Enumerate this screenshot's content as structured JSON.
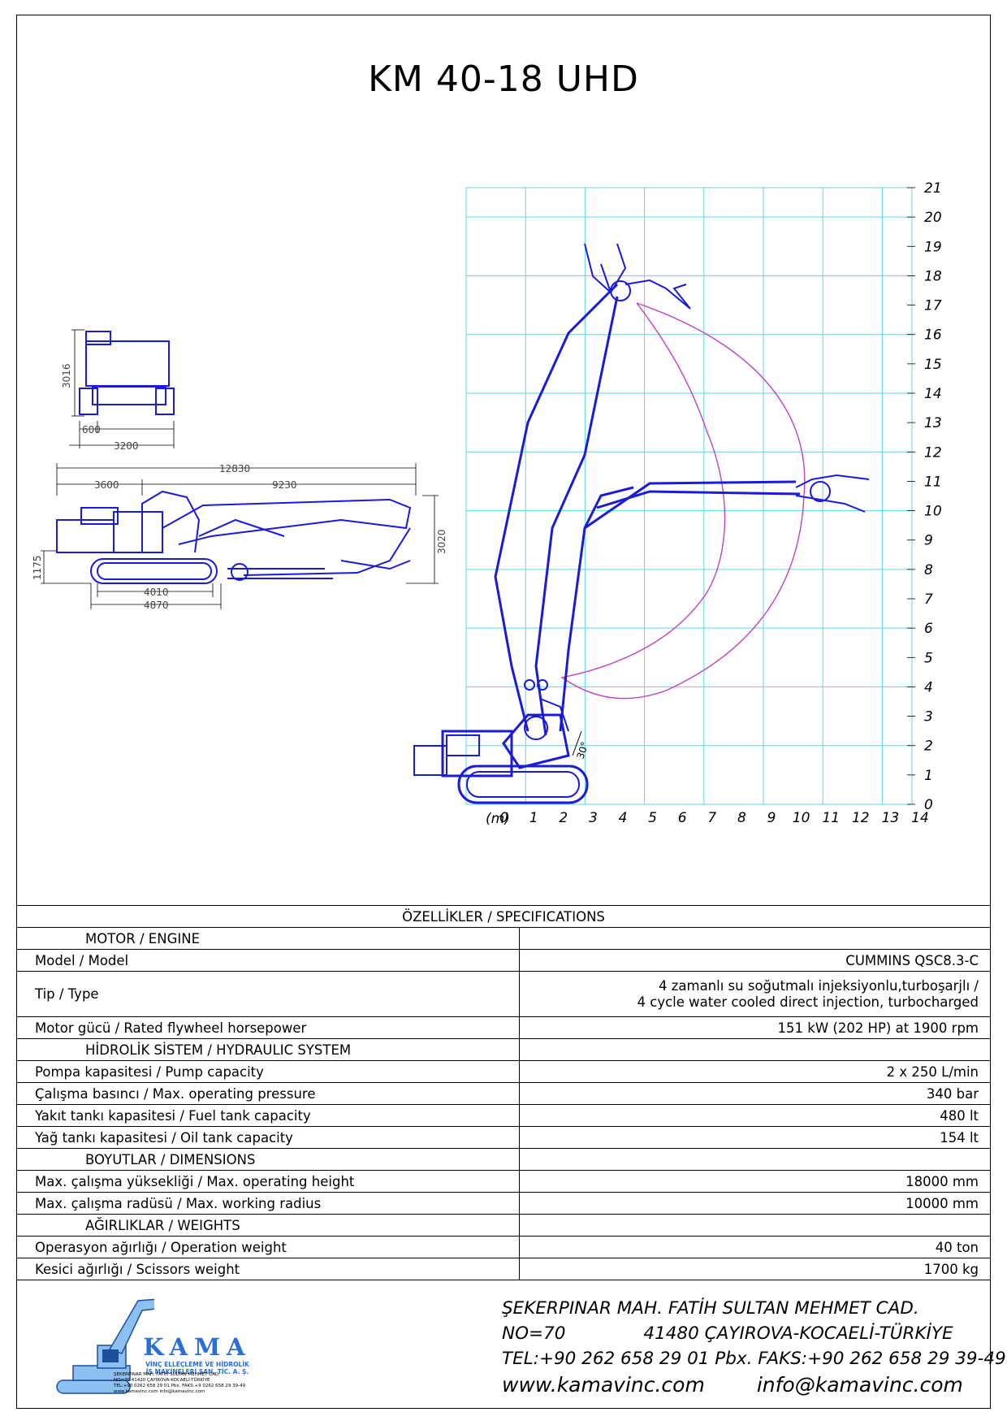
{
  "title": "KM 40-18 UHD",
  "chart_data": {
    "type": "line",
    "x_ticks": [
      "0",
      "1",
      "2",
      "3",
      "4",
      "5",
      "6",
      "7",
      "8",
      "9",
      "10",
      "11",
      "12",
      "13",
      "14"
    ],
    "y_ticks": [
      "0",
      "1",
      "2",
      "3",
      "4",
      "5",
      "6",
      "7",
      "8",
      "9",
      "10",
      "11",
      "12",
      "13",
      "14",
      "15",
      "16",
      "17",
      "18",
      "19",
      "20",
      "21"
    ],
    "x_unit": "(m)",
    "xlim": [
      -1,
      14
    ],
    "ylim": [
      0,
      21
    ],
    "grid": true,
    "angle_label": "30°",
    "grid_color": "#5ed6e6",
    "machine_color": "#1a1adb",
    "reach_color": "#c040c8",
    "max_operating_height_m": 18,
    "max_working_radius_m": 10
  },
  "dimensions": {
    "top_view": [
      "3016",
      "600",
      "3200"
    ],
    "side_view": [
      "12830",
      "3600",
      "9230",
      "3020",
      "1175",
      "4010",
      "4870"
    ]
  },
  "spec": {
    "header": "ÖZELLİKLER / SPECIFICATIONS",
    "engine_section": "MOTOR / ENGINE",
    "model_label": "Model / Model",
    "model_value": "CUMMINS QSC8.3-C",
    "type_label": "Tip / Type",
    "type_value_1": "4 zamanlı su soğutmalı injeksiyonlu,turboşarjlı /",
    "type_value_2": "4 cycle water cooled direct injection, turbocharged",
    "power_label": "Motor gücü / Rated flywheel horsepower",
    "power_value": "151 kW (202 HP) at 1900 rpm",
    "hydraulic_section": "HİDROLİK SİSTEM / HYDRAULIC SYSTEM",
    "pump_label": "Pompa kapasitesi / Pump capacity",
    "pump_value": "2 x 250 L/min",
    "pressure_label": "Çalışma basıncı / Max. operating pressure",
    "pressure_value": "340 bar",
    "fuel_label": "Yakıt tankı kapasitesi / Fuel tank capacity",
    "fuel_value": "480 lt",
    "oil_label": "Yağ tankı kapasitesi / Oil tank capacity",
    "oil_value": "154 lt",
    "dimensions_section": "BOYUTLAR / DIMENSIONS",
    "height_label": "Max. çalışma yüksekliği / Max. operating height",
    "height_value": "18000 mm",
    "radius_label": "Max. çalışma radüsü  / Max. working radius",
    "radius_value": "10000 mm",
    "weights_section": "AĞIRLIKLAR / WEIGHTS",
    "opweight_label": "Operasyon ağırlığı / Operation weight",
    "opweight_value": "40 ton",
    "scissor_label": "Kesici ağırlığı / Scissors weight",
    "scissor_value": "1700 kg"
  },
  "footer": {
    "address_1": "ŞEKERPINAR MAH. FATİH SULTAN MEHMET CAD.",
    "address_2a": "NO=70",
    "address_2b": "41480 ÇAYIROVA-KOCAELİ-TÜRKİYE",
    "phone": "TEL:+90 262 658 29 01 Pbx. FAKS:+90 262 658 29 39-49",
    "website": "www.kamavinc.com",
    "email": "info@kamavinc.com",
    "logo_name": "KAMA",
    "logo_sub_1": "VİNÇ ELLEÇLEME VE HİDROLİK",
    "logo_sub_2": "İŞ MAKİNELERİ SAN. TİC. A. Ş.",
    "logo_small_1": "ŞEKERPINAR MAH. FATİH SULTAN MEHMET CAD.",
    "logo_small_2": "NO=70        41420 ÇAYIROVA-KOCAELİ-TÜRKİYE",
    "logo_small_3": "TEL:+90 0262 658 29 01 Pbx. FAKS:+9 0262 658 29 39-49",
    "logo_small_4": "www.kamavinc.com       info@kamavinc.com"
  }
}
